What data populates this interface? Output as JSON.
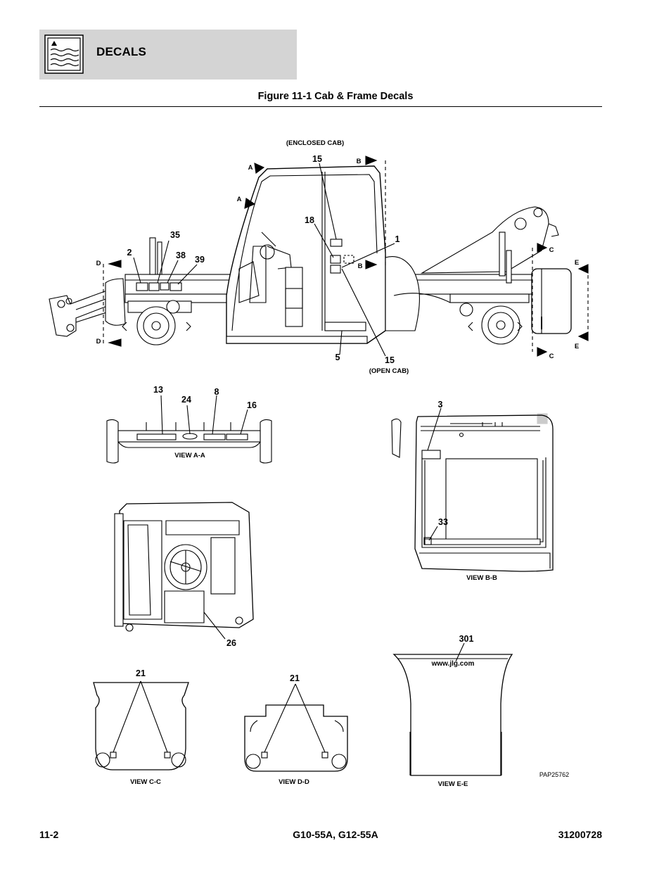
{
  "header": {
    "section_title": "DECALS",
    "icon": "decal-section-icon"
  },
  "figure": {
    "title": "Figure 11-1 Cab & Frame Decals"
  },
  "main_view": {
    "labels": {
      "enclosed_cab": "(ENCLOSED CAB)",
      "open_cab": "(OPEN CAB)"
    },
    "callouts": {
      "c15_top": "15",
      "c18": "18",
      "c1": "1",
      "c35": "35",
      "c2": "2",
      "c38": "38",
      "c39": "39",
      "c5": "5",
      "c15_bottom": "15"
    },
    "section_markers": {
      "a1": "A",
      "a2": "A",
      "b1": "B",
      "b2": "B",
      "c1": "C",
      "c2": "C",
      "d1": "D",
      "d2": "D",
      "e1": "E",
      "e2": "E"
    }
  },
  "view_aa": {
    "label": "VIEW A-A",
    "callouts": {
      "c13": "13",
      "c24": "24",
      "c8": "8",
      "c16": "16"
    }
  },
  "view_bb": {
    "label": "VIEW B-B",
    "callouts": {
      "c3": "3",
      "c33": "33"
    }
  },
  "view_cab": {
    "callouts": {
      "c26": "26"
    }
  },
  "view_cc": {
    "label": "VIEW C-C",
    "callouts": {
      "c21": "21"
    }
  },
  "view_dd": {
    "label": "VIEW D-D",
    "callouts": {
      "c21": "21"
    }
  },
  "view_ee": {
    "label": "VIEW E-E",
    "callouts": {
      "c301": "301"
    },
    "decal_text": "www.jlg.com"
  },
  "drawing_ref": "PAP25762",
  "footer": {
    "page_number": "11-2",
    "models": "G10-55A, G12-55A",
    "doc_number": "31200728"
  }
}
